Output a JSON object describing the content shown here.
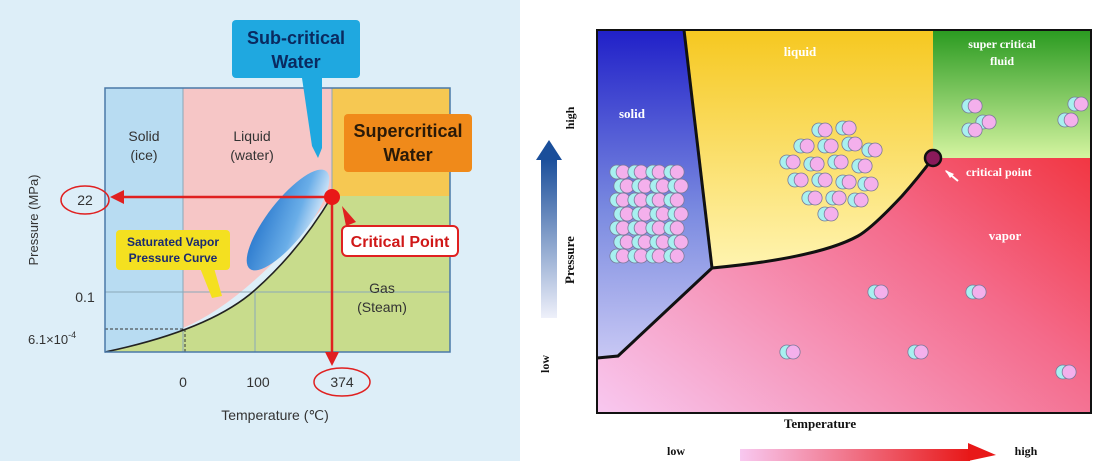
{
  "left": {
    "regions": {
      "solid": [
        "Solid",
        "(ice)"
      ],
      "liquid": [
        "Liquid",
        "(water)"
      ],
      "gas": [
        "Gas",
        "(Steam)"
      ]
    },
    "callouts": {
      "subcritical": [
        "Sub-critical",
        "Water"
      ],
      "supercritical": [
        "Supercritical",
        "Water"
      ],
      "critical_point": "Critical Point",
      "saturated_curve": [
        "Saturated Vapor",
        "Pressure Curve"
      ]
    },
    "y_axis": {
      "label": "Pressure (MPa)",
      "ticks": [
        "22",
        "0.1",
        "6.1×10",
        "-4"
      ]
    },
    "x_axis": {
      "label": "Temperature (℃)",
      "ticks": [
        "0",
        "100",
        "374"
      ]
    },
    "colors": {
      "background": "#ddeef8",
      "solid": "#b8dcf2",
      "liquid": "#f6c6c6",
      "gas": "#c8dc8c",
      "supercritical": "#f6c852",
      "arrow": "#e02020"
    }
  },
  "right": {
    "regions": {
      "solid": "solid",
      "liquid": "liquid",
      "supercritical": [
        "super critical",
        "fluid"
      ],
      "vapor": "vapor"
    },
    "critical_point_label": "critical point",
    "axes": {
      "y_label": "Pressure",
      "y_high": "high",
      "y_low": "low",
      "x_label": "Temperature",
      "x_low": "low",
      "x_high": "high"
    },
    "colors": {
      "solid": "#3a3ed0",
      "liquid": "#f8d840",
      "supercritical": "#3aa030",
      "vapor": "#f02828",
      "gas_low": "#f4c0f0",
      "particle": "#f0b0e8"
    }
  }
}
